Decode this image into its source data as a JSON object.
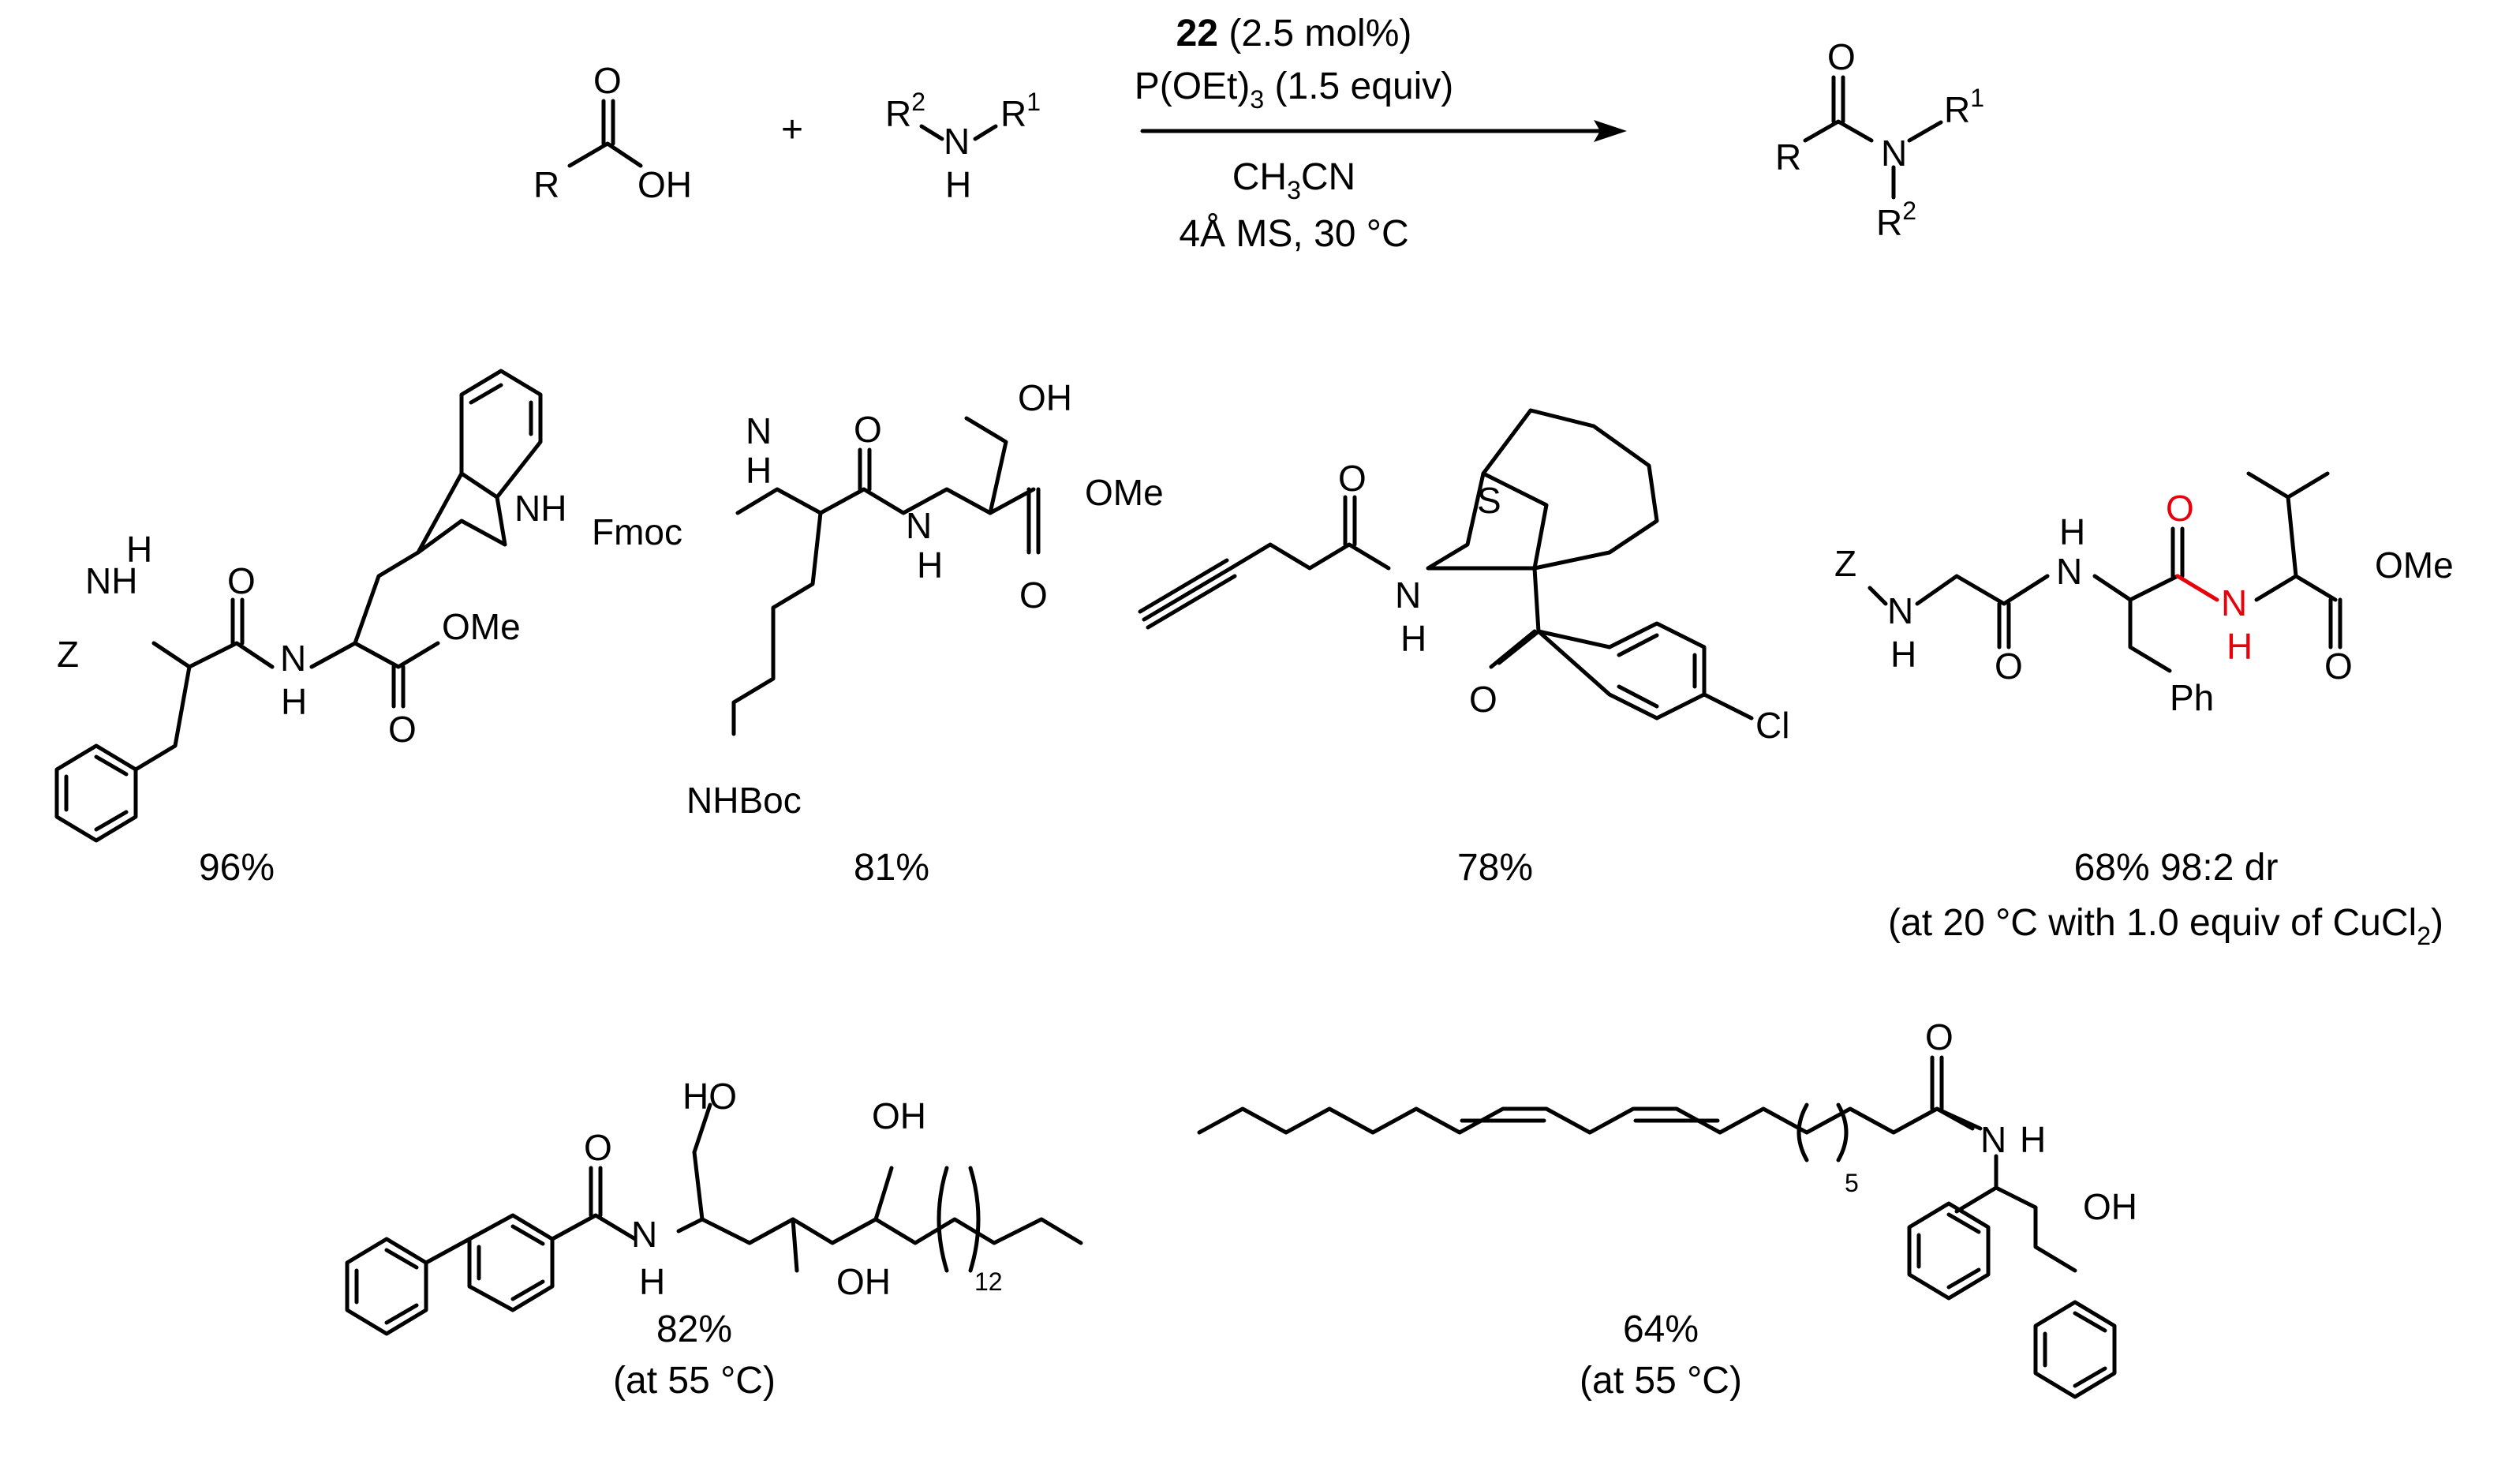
{
  "reaction": {
    "catalyst_num": "22",
    "catalyst_loading": "(2.5 mol%)",
    "reagent_pre": "P(OEt)",
    "reagent_sub": "3",
    "reagent_post": " (1.5 equiv)",
    "solvent_a": "CH",
    "solvent_sub": "3",
    "solvent_b": "CN",
    "additive_temp": "4Å MS, 30 °C",
    "plus": "+",
    "acid_r": "R",
    "acid_oh": "OH",
    "acid_o": "O",
    "amine_r2": "R",
    "amine_r2_sup": "2",
    "amine_n": "N",
    "amine_r1": "R",
    "amine_r1_sup": "1",
    "amine_h": "H",
    "amide_r": "R",
    "amide_o": "O",
    "amide_n": "N",
    "amide_r1": "R",
    "amide_r1_sup": "1",
    "amide_r2": "R",
    "amide_r2_sup": "2"
  },
  "products": [
    {
      "id": "p1",
      "yield": "96%",
      "note": "",
      "labels": [
        "NH",
        "H",
        "Z",
        "O",
        "N",
        "H",
        "OMe",
        "O",
        "NH"
      ]
    },
    {
      "id": "p2",
      "yield": "81%",
      "note": "",
      "labels": [
        "H",
        "N",
        "Fmoc",
        "O",
        "H",
        "N",
        "OH",
        "OMe",
        "O",
        "NHBoc"
      ]
    },
    {
      "id": "p3",
      "yield": "78%",
      "note": "",
      "labels": [
        "S",
        "O",
        "N",
        "H",
        "O",
        "Cl"
      ]
    },
    {
      "id": "p4",
      "yield": "68% 98:2 dr",
      "note_pre": "(at 20 °C with 1.0 equiv of CuCl",
      "note_sub": "2",
      "note_post": ")",
      "labels": [
        "Z",
        "N",
        "H",
        "N",
        "H",
        "O",
        "O",
        "N",
        "H",
        "OMe",
        "O",
        "Ph"
      ]
    },
    {
      "id": "p5",
      "yield": "82%",
      "note": "(at 55 °C)",
      "labels": [
        "HO",
        "OH",
        "O",
        "N",
        "H",
        "OH",
        "12"
      ]
    },
    {
      "id": "p6",
      "yield": "64%",
      "note": "(at 55 °C)",
      "labels": [
        "O",
        "5",
        "N",
        "H",
        "OH"
      ]
    }
  ]
}
